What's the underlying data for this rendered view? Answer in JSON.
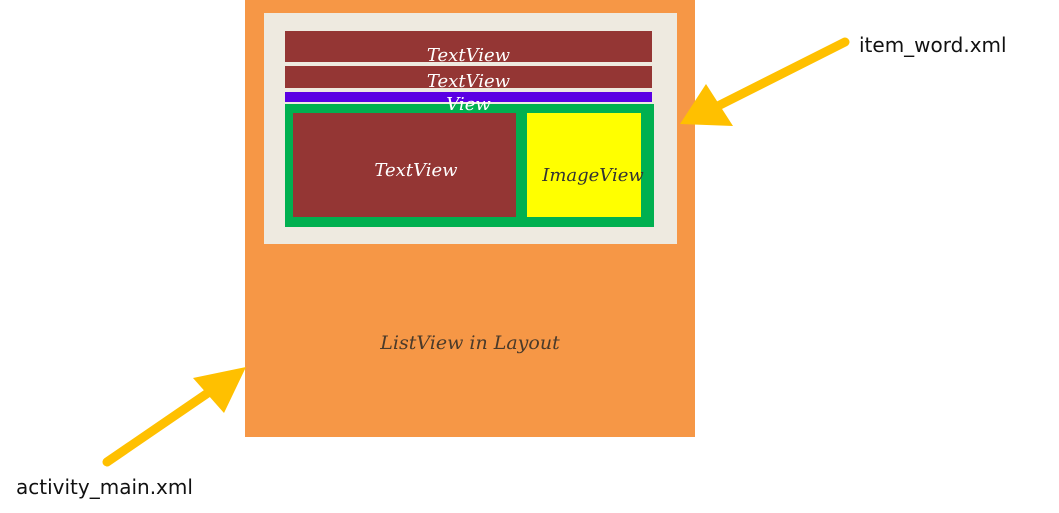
{
  "layout": {
    "label": "ListView in Layout"
  },
  "item": {
    "textview_top_1": "TextView",
    "textview_top_2": "TextView",
    "view": "View",
    "textview_main": "TextView",
    "imageview": "ImageView"
  },
  "callouts": {
    "item_file": "item_word.xml",
    "activity_file": "activity_main.xml"
  },
  "colors": {
    "layout_bg": "#F69746",
    "item_bg": "#EEEAE0",
    "textview": "#943634",
    "view": "#5B00E3",
    "container": "#00B050",
    "imageview": "#FFFF00",
    "arrow": "#FFC000"
  }
}
